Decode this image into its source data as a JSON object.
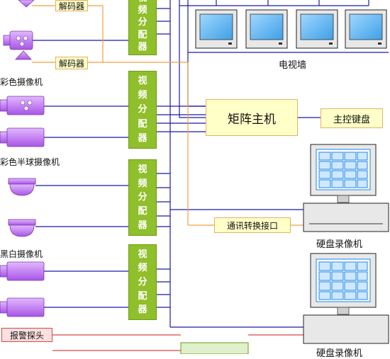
{
  "labels": {
    "decoder1": "解码器",
    "decoder2": "解码器",
    "color_camera": "彩色摄像机",
    "color_dome_camera": "彩色半球摄像机",
    "bw_camera": "黑白摄像机",
    "tv_wall": "电视墙",
    "matrix_host": "矩阵主机",
    "main_keyboard": "主控键盘",
    "comm_interface": "通讯转换接口",
    "dvr1": "硬盘录像机",
    "dvr2": "硬盘录像机",
    "alarm_probe": "报警探头"
  },
  "splitters": [
    {
      "chars": [
        "视",
        "频",
        "分",
        "配",
        "器"
      ]
    },
    {
      "chars": [
        "视",
        "频",
        "分",
        "配",
        "器"
      ]
    },
    {
      "chars": [
        "视",
        "频",
        "分",
        "配",
        "器"
      ]
    },
    {
      "chars": [
        "视",
        "频",
        "分",
        "配",
        "器"
      ]
    }
  ],
  "colors": {
    "signal_line": "#1a1aa8",
    "control_line": "#f0a040",
    "alarm_line": "#d64848",
    "splitter_green": "#8fbf2a",
    "camera_purple": "#c07cf0",
    "monitor_blue": "#1e88e8",
    "box_yellow": "#ffffc8"
  }
}
